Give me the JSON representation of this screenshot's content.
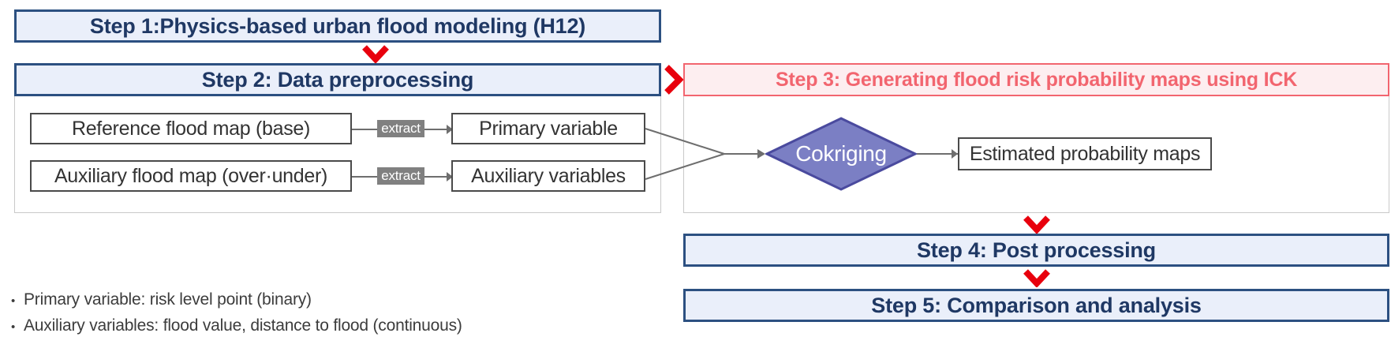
{
  "diagram": {
    "title_step1": "Step 1:Physics-based urban flood modeling (H12)",
    "title_step2": "Step 2: Data preprocessing",
    "title_step3": "Step 3: Generating flood risk probability maps using ICK",
    "title_step4": "Step 4: Post processing",
    "title_step5": "Step 5: Comparison and analysis"
  },
  "step2": {
    "reference_box": "Reference flood map (base)",
    "auxiliary_box": "Auxiliary flood map (over·under)",
    "primary_box": "Primary variable",
    "auxiliary_vars_box": "Auxiliary variables",
    "extract_label_top": "extract",
    "extract_label_bottom": "extract"
  },
  "step3": {
    "cokriging_label": "Cokriging",
    "output_box": "Estimated probability maps"
  },
  "notes": [
    "Primary variable: risk level point (binary)",
    "Auxiliary variables: flood value, distance to flood (continuous)"
  ],
  "bullet_glyph": "•",
  "colors": {
    "step_blue_border": "#2c5081",
    "step_blue_fill": "#eaeffa",
    "step_blue_text": "#1f3864",
    "step_red_border": "#f2656f",
    "step_red_fill": "#fdeef0",
    "step_red_text": "#f2656f",
    "chevron_red": "#e8000d",
    "diamond_fill": "#7b7fc4",
    "diamond_border": "#4a4a9e",
    "node_border": "#4a4a4a",
    "extract_bg": "#808080",
    "connector_grey": "#6e6e6e"
  }
}
